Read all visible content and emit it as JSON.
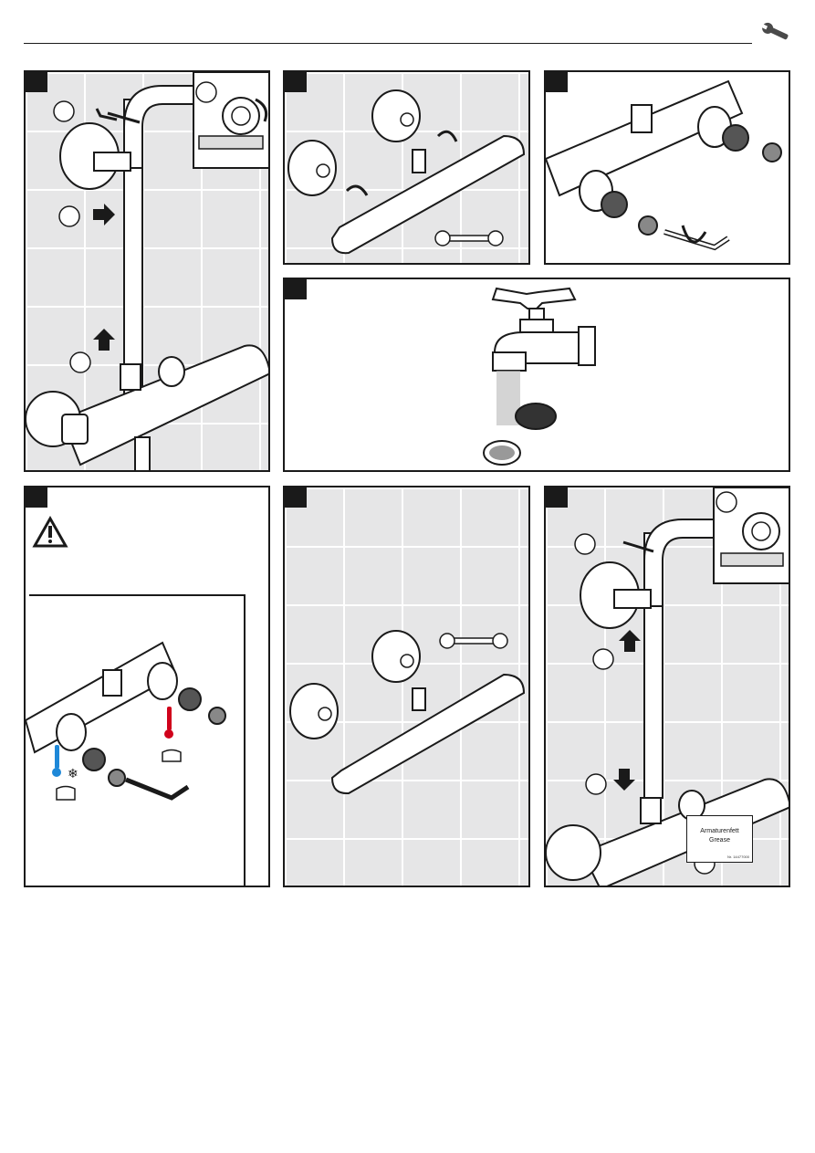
{
  "header": {
    "icon": "wrench-icon"
  },
  "panels": [
    {
      "id": "panel-1",
      "content": "remove-shower-pipe"
    },
    {
      "id": "panel-2",
      "content": "detach-thermostat"
    },
    {
      "id": "panel-3",
      "content": "remove-check-valves"
    },
    {
      "id": "panel-4",
      "content": "clean-filter-under-tap"
    },
    {
      "id": "panel-5",
      "content": "hot-cold-warning",
      "warning_icon": "warning-icon"
    },
    {
      "id": "panel-6",
      "content": "mount-thermostat"
    },
    {
      "id": "panel-7",
      "content": "install-shower-pipe"
    }
  ],
  "grease_label": {
    "line1": "Armaturenfett",
    "line2": "Grease",
    "part_no": "Nr. 14477000"
  },
  "colors": {
    "ink": "#1a1a1a",
    "tile": "#e6e6e7",
    "hot": "#d0021b",
    "cold": "#1e88d8"
  }
}
